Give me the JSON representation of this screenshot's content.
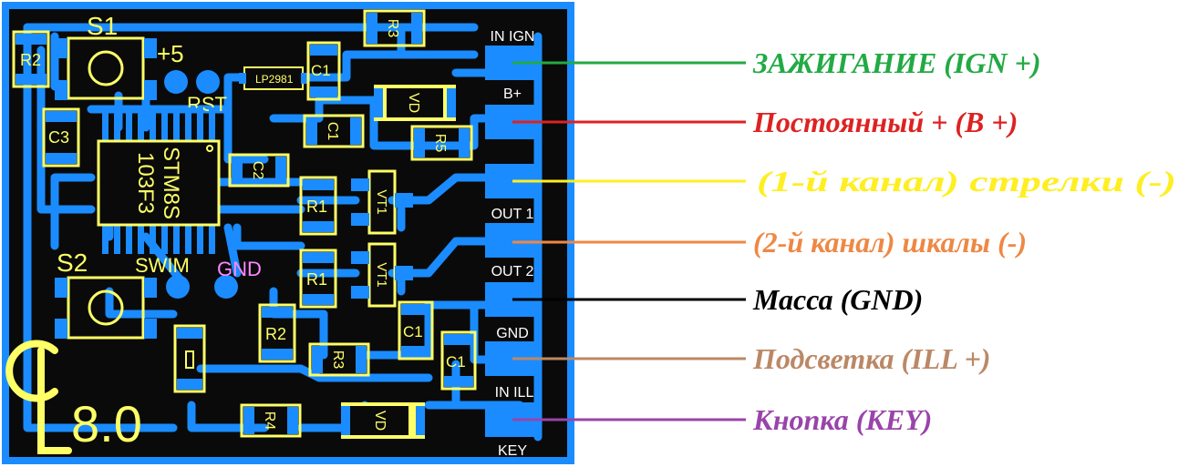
{
  "colors": {
    "board": "#0a0a0a",
    "copper": "#1a8cff",
    "silk": "#ffff66",
    "pad": "#1a8cff",
    "gnd_label": "#ff88ff",
    "ign": "#22aa44",
    "bplus": "#dd2222",
    "out1": "#ffee22",
    "out2": "#ee8844",
    "gnd": "#000000",
    "ill": "#bb8866",
    "key": "#9944aa"
  },
  "board": {
    "logo": "8.0",
    "chip": [
      "STM8S",
      "103F3"
    ],
    "labels": {
      "s1": "S1",
      "s2": "S2",
      "plus5": "+5",
      "rst": "RST",
      "swim": "SWIM",
      "gnd": "GND",
      "lp2981": "LP2981"
    },
    "parts": {
      "r2a": "R2",
      "c3": "C3",
      "r3a": "R3",
      "c1a": "C1",
      "vd_top": "VD",
      "c1b": "C1",
      "r5": "R5",
      "c2": "C2",
      "r1a": "R1",
      "vt1a": "VT1",
      "r1b": "R1",
      "vt1b": "VT1",
      "r2b": "R2",
      "r3b": "R3",
      "c1c": "C1",
      "c1d": "C1",
      "r4": "R4",
      "vd_bot": "VD"
    },
    "connector_labels": [
      "IN IGN",
      "B+",
      "OUT 1",
      "OUT 2",
      "GND",
      "IN ILL",
      "KEY"
    ]
  },
  "annotations": [
    {
      "text": "ЗАЖИГАНИЕ (IGN +)",
      "color": "#22aa44"
    },
    {
      "text": "Постоянный + (B +)",
      "color": "#dd2222"
    },
    {
      "text": "(1-й канал) стрелки (-)",
      "color": "#ffee22"
    },
    {
      "text": "(2-й канал) шкалы (-)",
      "color": "#ee8844"
    },
    {
      "text": "Масса (GND)",
      "color": "#000000"
    },
    {
      "text": "Подсветка (ILL +)",
      "color": "#bb8866"
    },
    {
      "text": "Кнопка (KEY)",
      "color": "#9944aa"
    }
  ]
}
